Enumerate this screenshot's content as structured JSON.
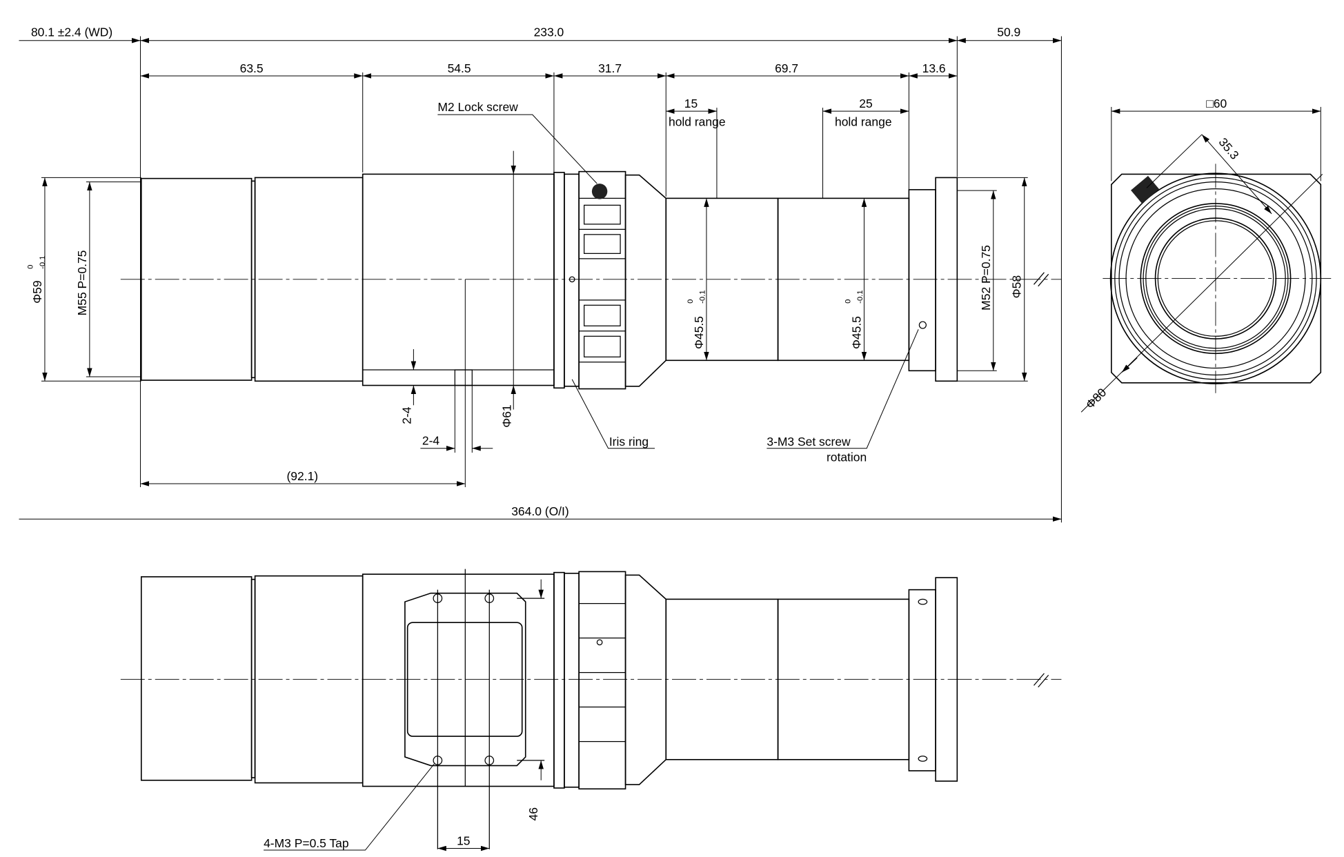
{
  "dimensions": {
    "wd": "80.1 ±2.4 (WD)",
    "overall_body": "233.0",
    "rear_extension": "50.9",
    "seg1": "63.5",
    "seg2": "54.5",
    "seg3": "31.7",
    "seg4": "69.7",
    "seg5": "13.6",
    "hold1_value": "15",
    "hold1_label": "hold range",
    "hold2_value": "25",
    "hold2_label": "hold range",
    "dia59": "Φ59",
    "dia59_tol_upper": "0",
    "dia59_tol_lower": "-0.1",
    "m55": "M55 P=0.75",
    "dia45a": "Φ45.5",
    "dia45b": "Φ45.5",
    "dia45_tol_upper": "0",
    "dia45_tol_lower": "-0.1",
    "m52": "M52 P=0.75",
    "dia58": "Φ58",
    "dia61": "Φ61",
    "slot_v": "2-4",
    "slot_h": "2-4",
    "dist921": "(92.1)",
    "oi": "364.0 (O/I)",
    "square60": "□60",
    "dia80": "Φ80",
    "d353": "35.3",
    "bottom46": "46",
    "bottom15": "15"
  },
  "labels": {
    "lock_screw": "M2 Lock screw",
    "iris_ring": "Iris ring",
    "set_screw": "3-M3 Set screw",
    "rotation": "rotation",
    "tap": "4-M3 P=0.5 Tap"
  }
}
